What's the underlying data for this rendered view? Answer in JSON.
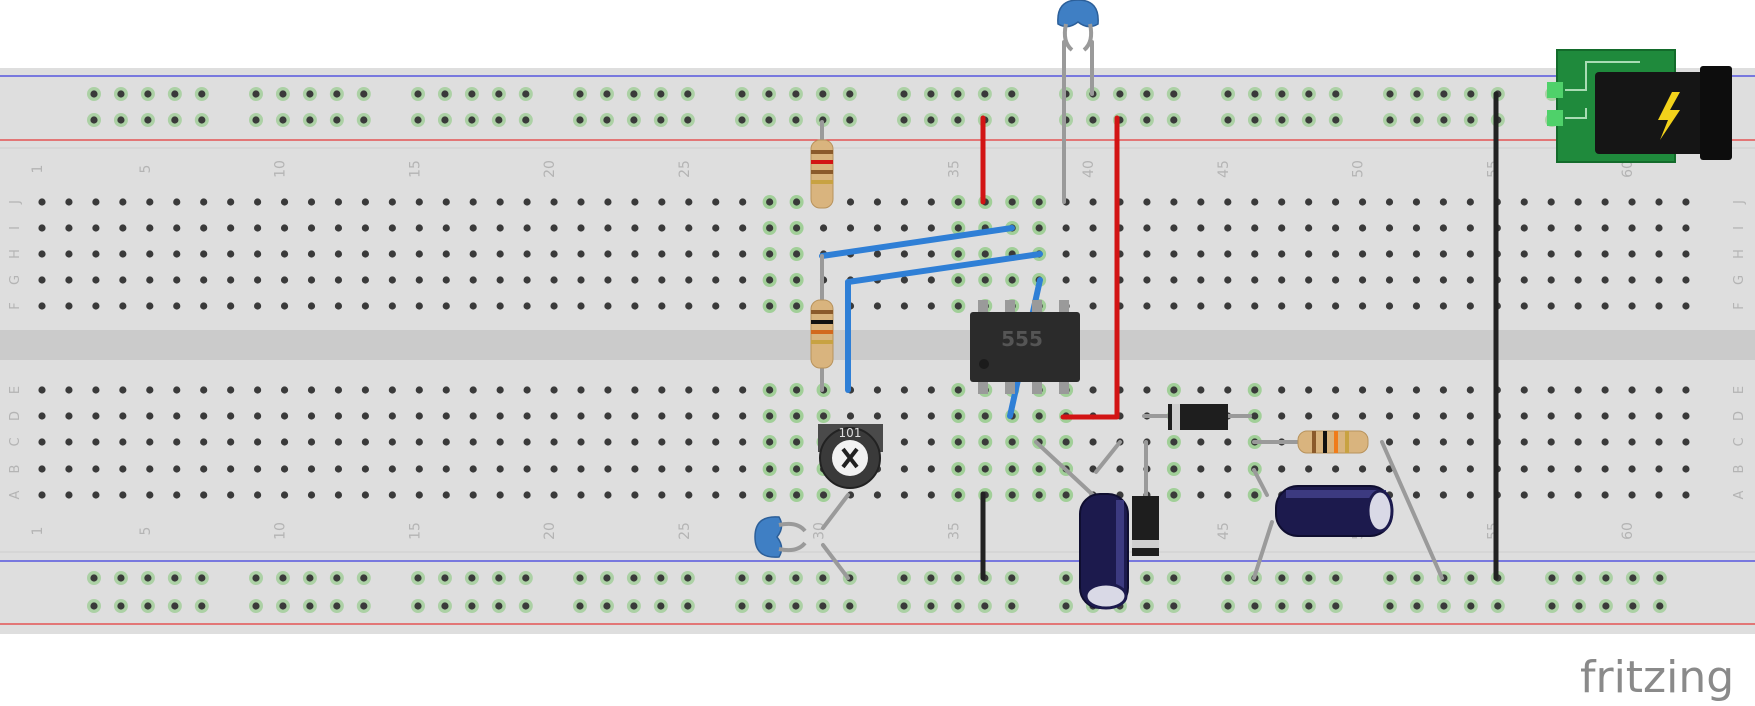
{
  "breadboard": {
    "row_letters": [
      "J",
      "I",
      "H",
      "G",
      "F",
      "E",
      "D",
      "C",
      "B",
      "A"
    ],
    "column_numbers": [
      "1",
      "5",
      "10",
      "15",
      "20",
      "25",
      "30",
      "35",
      "40",
      "45",
      "50",
      "55",
      "60"
    ],
    "columns": 62,
    "colors": {
      "board": "#dedede",
      "board_edge": "#cfcfcf",
      "channel": "#cbcbcb",
      "hole": "#3a3a3a",
      "hole_active": "#6fc25f",
      "rail_red": "#e53939",
      "rail_blue": "#3b3bdd",
      "label": "#b4b4b4"
    }
  },
  "components": {
    "ic": {
      "label": "555"
    },
    "potentiometer": {
      "label": "101"
    }
  },
  "wires": {
    "colors": {
      "red": "#d21414",
      "blue": "#2f7fd6",
      "black": "#222222",
      "lead": "#9a9a9a"
    }
  },
  "brand": {
    "text": "fritzing"
  },
  "icons": [
    "power-jack-icon",
    "lightning-icon"
  ]
}
